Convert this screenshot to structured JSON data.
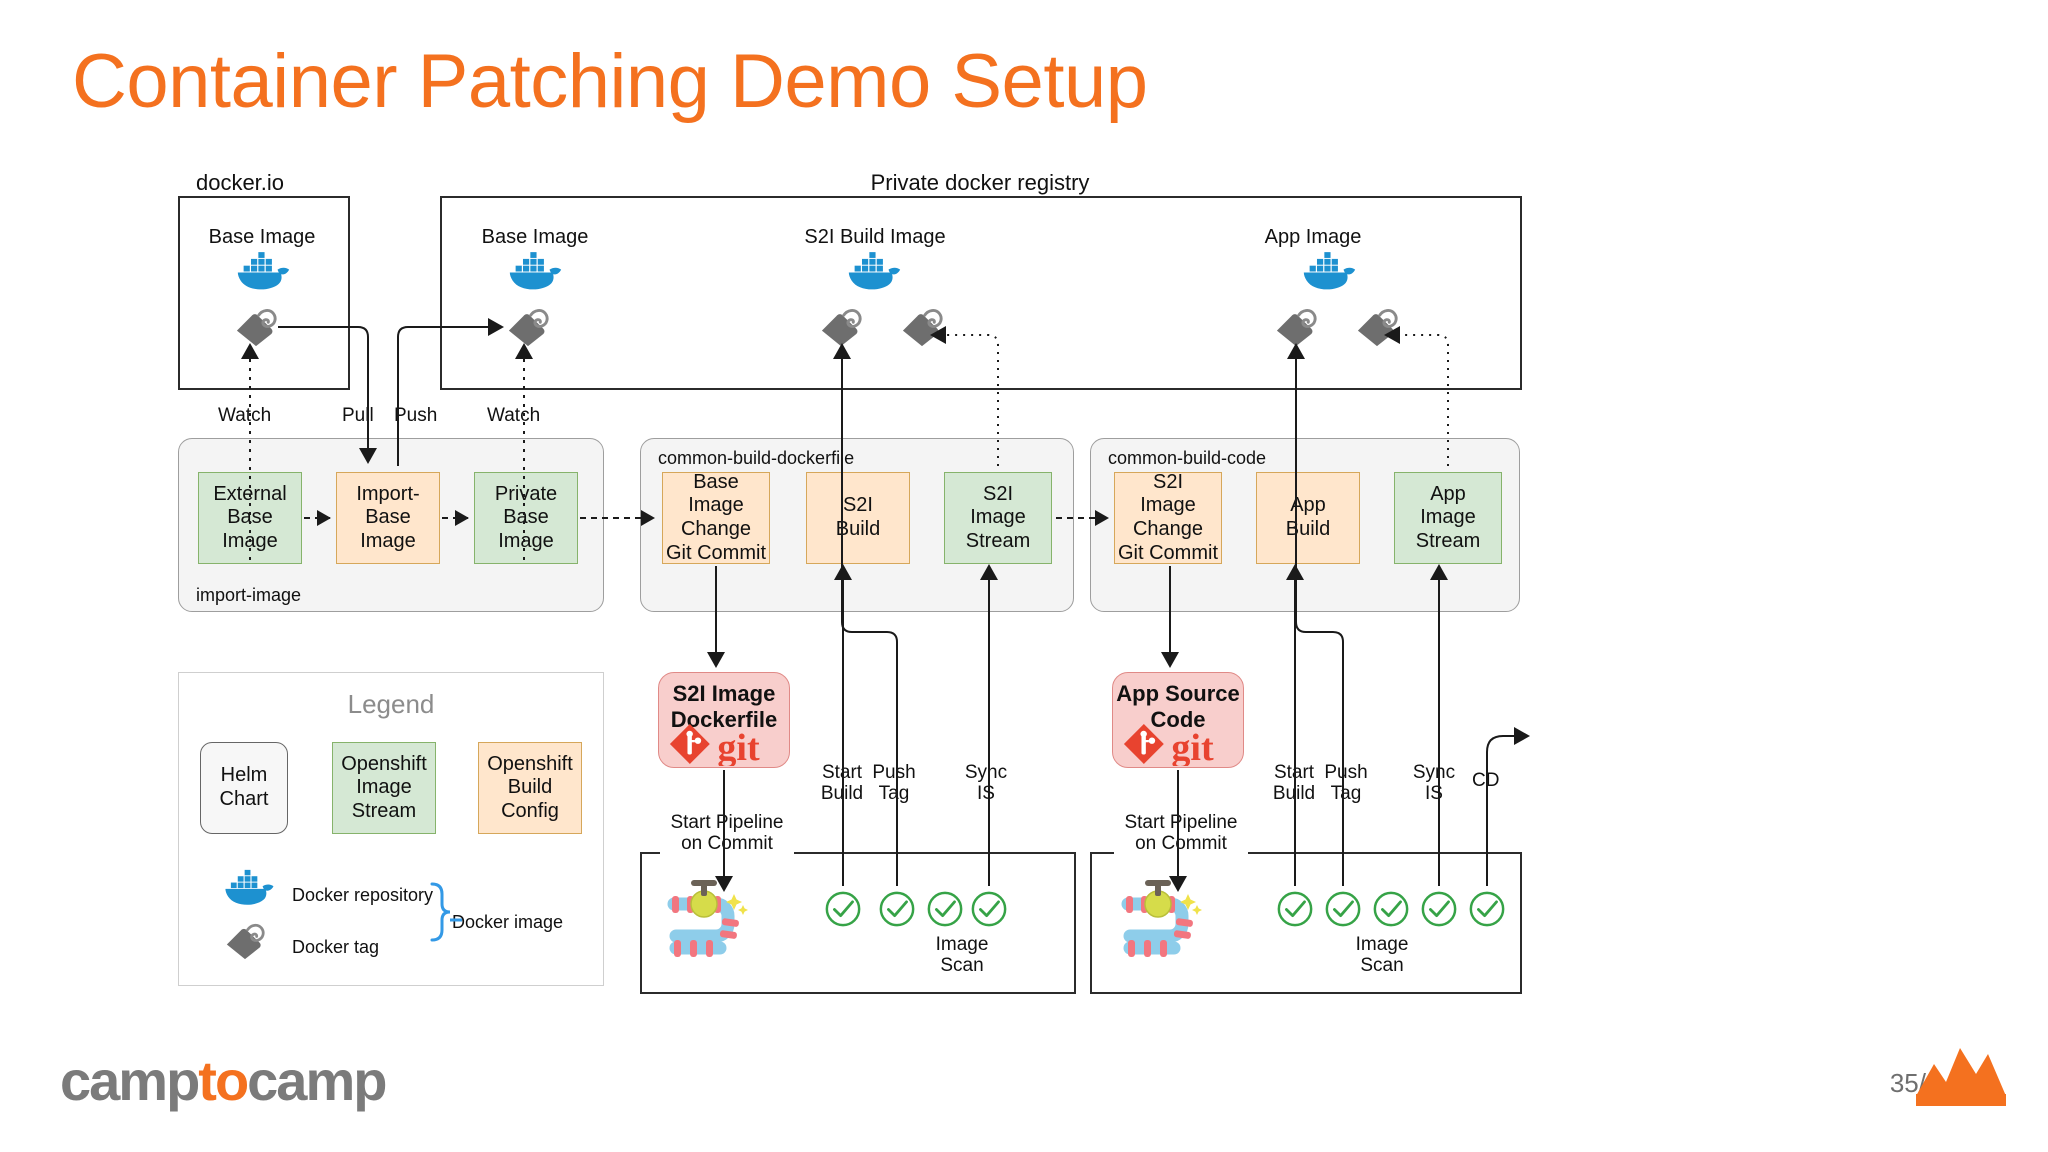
{
  "title": "Container Patching Demo Setup",
  "registries": [
    {
      "name": "docker-io",
      "label": "docker.io"
    },
    {
      "name": "private-registry",
      "label": "Private docker registry"
    }
  ],
  "registry_images": [
    {
      "caption": "Base Image",
      "tags": 1
    },
    {
      "caption": "Base Image",
      "tags": 1
    },
    {
      "caption": "S2I Build Image",
      "tags": 2
    },
    {
      "caption": "App Image",
      "tags": 2
    }
  ],
  "flow_labels": {
    "watch_left": "Watch",
    "pull": "Pull",
    "push": "Push",
    "watch_right": "Watch"
  },
  "groups": [
    {
      "label": "import-image",
      "label_position": "bottom",
      "nodes": [
        {
          "text": "External\nBase\nImage",
          "style": "green"
        },
        {
          "text": "Import-\nBase\nImage",
          "style": "orange"
        },
        {
          "text": "Private\nBase\nImage",
          "style": "green"
        }
      ]
    },
    {
      "label": "common-build-dockerfile",
      "label_position": "top",
      "nodes": [
        {
          "text": "Base\nImage\nChange\nGit Commit",
          "style": "orange"
        },
        {
          "text": "S2I\nBuild",
          "style": "orange"
        },
        {
          "text": "S2I\nImage\nStream",
          "style": "green"
        }
      ]
    },
    {
      "label": "common-build-code",
      "label_position": "top",
      "nodes": [
        {
          "text": "S2I\nImage\nChange\nGit Commit",
          "style": "orange"
        },
        {
          "text": "App\nBuild",
          "style": "orange"
        },
        {
          "text": "App\nImage\nStream",
          "style": "green"
        }
      ]
    }
  ],
  "git_repos": [
    {
      "title": "S2I Image\nDockerfile",
      "logo": "git-logo"
    },
    {
      "title": "App Source\nCode",
      "logo": "git-logo"
    }
  ],
  "pipeline_trigger_label": "Start Pipeline\non Commit",
  "pipelines": [
    {
      "name": "dockerfile-pipeline",
      "scan_label": "Image\nScan",
      "checks": 4,
      "arrow_labels": [
        {
          "text": "Start\nBuild"
        },
        {
          "text": "Push\nTag"
        },
        {
          "text": "Sync\nIS"
        }
      ]
    },
    {
      "name": "code-pipeline",
      "scan_label": "Image\nScan",
      "checks": 5,
      "arrow_labels": [
        {
          "text": "Start\nBuild"
        },
        {
          "text": "Push\nTag"
        },
        {
          "text": "Sync\nIS"
        },
        {
          "text": "CD"
        }
      ]
    }
  ],
  "legend": {
    "title": "Legend",
    "shapes": [
      {
        "text": "Helm\nChart",
        "style": "white"
      },
      {
        "text": "Openshift\nImage\nStream",
        "style": "green"
      },
      {
        "text": "Openshift\nBuild\nConfig",
        "style": "orange"
      }
    ],
    "icons": [
      {
        "icon": "docker-whale-icon",
        "label": "Docker repository"
      },
      {
        "icon": "docker-tag-icon",
        "label": "Docker tag"
      }
    ],
    "brace_label": "Docker image"
  },
  "footer": {
    "logo_parts": [
      "camp",
      "to",
      "camp"
    ],
    "page": "35/"
  },
  "colors": {
    "accent": "#f4711f",
    "green_fill": "#d5e8d4",
    "green_stroke": "#86b36b",
    "orange_fill": "#ffe6cc",
    "orange_stroke": "#d6a75a",
    "pink_fill": "#f8cecc",
    "pink_stroke": "#e08a87",
    "check_green": "#36a347",
    "docker_blue": "#1d91d0",
    "tag_gray": "#6e6e6e",
    "brace_blue": "#3399e6"
  }
}
